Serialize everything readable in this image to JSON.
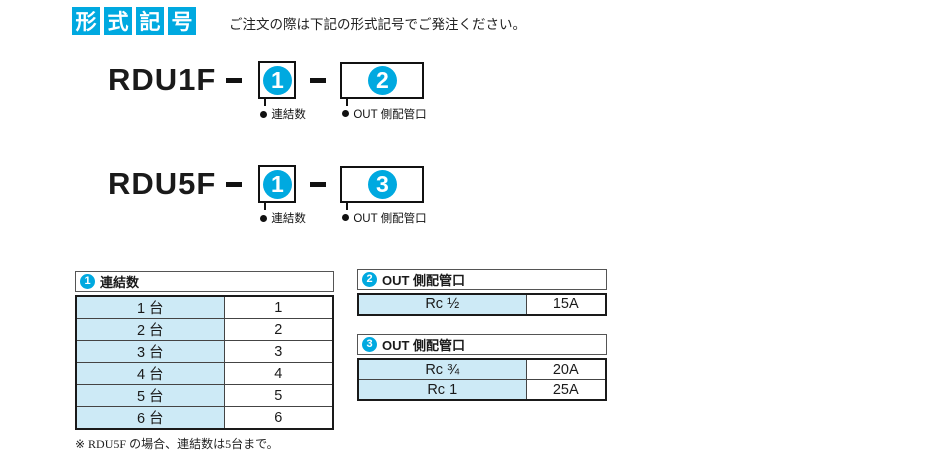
{
  "page": {
    "title_chars": [
      "形",
      "式",
      "記",
      "号"
    ],
    "subtitle": "ご注文の際は下記の形式記号でご発注ください。",
    "accent_color": "#00a9e0",
    "cell_blue": "#cdeaf6"
  },
  "diagrams": [
    {
      "model": "RDU1F",
      "slot1": {
        "num": "1",
        "label": "連結数"
      },
      "slot2": {
        "num": "2",
        "label": "OUT 側配管口"
      }
    },
    {
      "model": "RDU5F",
      "slot1": {
        "num": "1",
        "label": "連結数"
      },
      "slot2": {
        "num": "3",
        "label": "OUT 側配管口"
      }
    }
  ],
  "tables": {
    "renketsu": {
      "num": "1",
      "title": "連結数",
      "rows": [
        {
          "name": "1 台",
          "code": "1"
        },
        {
          "name": "2 台",
          "code": "2"
        },
        {
          "name": "3 台",
          "code": "3"
        },
        {
          "name": "4 台",
          "code": "4"
        },
        {
          "name": "5 台",
          "code": "5"
        },
        {
          "name": "6 台",
          "code": "6"
        }
      ],
      "footnote": "※ RDU5F の場合、連結数は5台まで。"
    },
    "out2": {
      "num": "2",
      "title": "OUT 側配管口",
      "rows": [
        {
          "name": "Rc ½",
          "code": "15A"
        }
      ]
    },
    "out3": {
      "num": "3",
      "title": "OUT 側配管口",
      "rows": [
        {
          "name": "Rc ¾",
          "code": "20A"
        },
        {
          "name": "Rc 1",
          "code": "25A"
        }
      ]
    }
  }
}
